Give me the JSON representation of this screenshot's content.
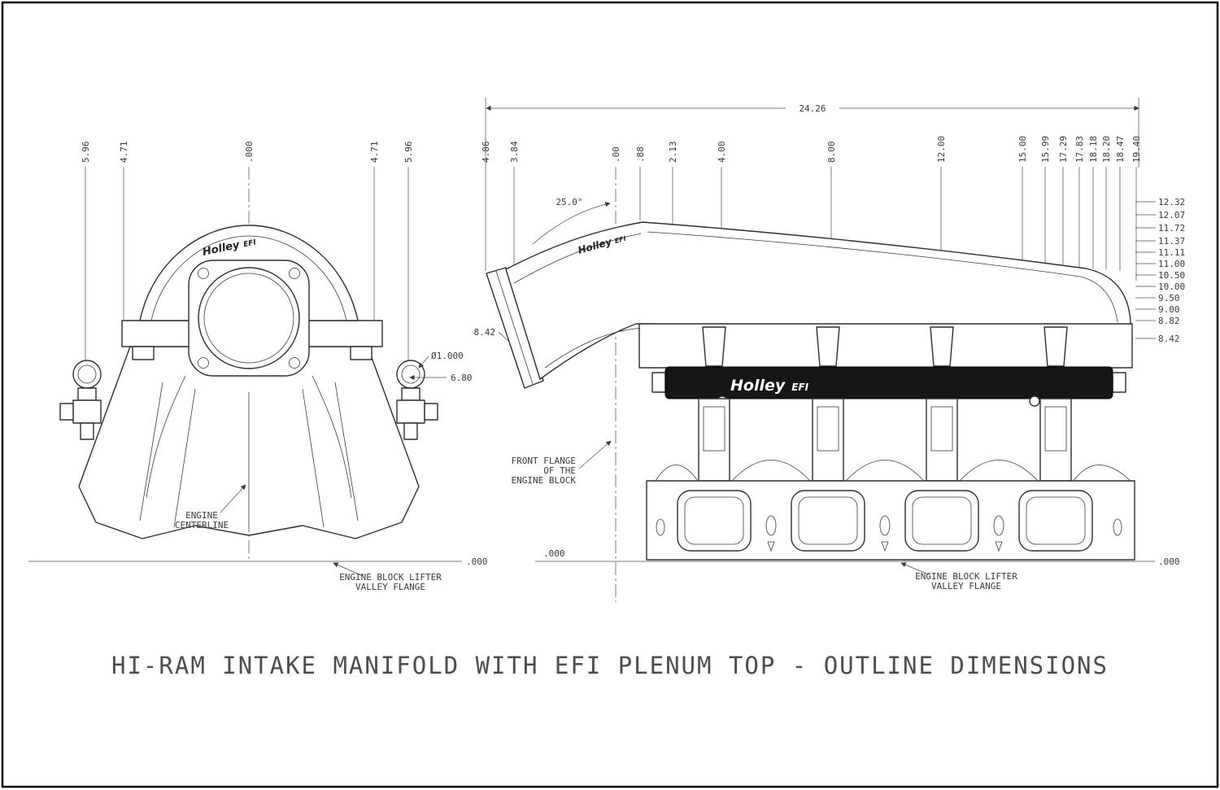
{
  "title": "HI-RAM INTAKE MANIFOLD WITH EFI PLENUM TOP - OUTLINE DIMENSIONS",
  "brand": {
    "holley": "Holley",
    "efi": "EFI"
  },
  "front_view": {
    "dims_top": [
      "5.96",
      "4.71",
      ".000",
      "4.71",
      "5.96"
    ],
    "diameter_label": "Ø1.000",
    "injector_height_label": "6.80",
    "baseline_label": ".000",
    "centerline_note": [
      "ENGINE",
      "CENTERLINE"
    ],
    "valley_flange_note": [
      "ENGINE BLOCK LIFTER",
      "VALLEY FLANGE"
    ]
  },
  "side_view": {
    "overall_width": "24.26",
    "angle_label": "25.0°",
    "plenum_height_label": "8.42",
    "dims_top": [
      "4.86",
      "3.84",
      ".00",
      ".88",
      "2.13",
      "4.00",
      "8.00",
      "12.00",
      "15.00",
      "15.99",
      "17.29",
      "17.83",
      "18.18",
      "18.20",
      "18.47",
      "19.40"
    ],
    "dims_right": [
      "12.32",
      "12.07",
      "11.72",
      "11.37",
      "11.11",
      "11.00",
      "10.50",
      "10.00",
      "9.50",
      "9.00",
      "8.82",
      "8.42"
    ],
    "front_flange_note": [
      "FRONT FLANGE",
      "OF THE",
      "ENGINE BLOCK"
    ],
    "valley_flange_note": [
      "ENGINE BLOCK LIFTER",
      "VALLEY FLANGE"
    ],
    "baseline_left_label": ".000",
    "baseline_right_label": ".000"
  }
}
